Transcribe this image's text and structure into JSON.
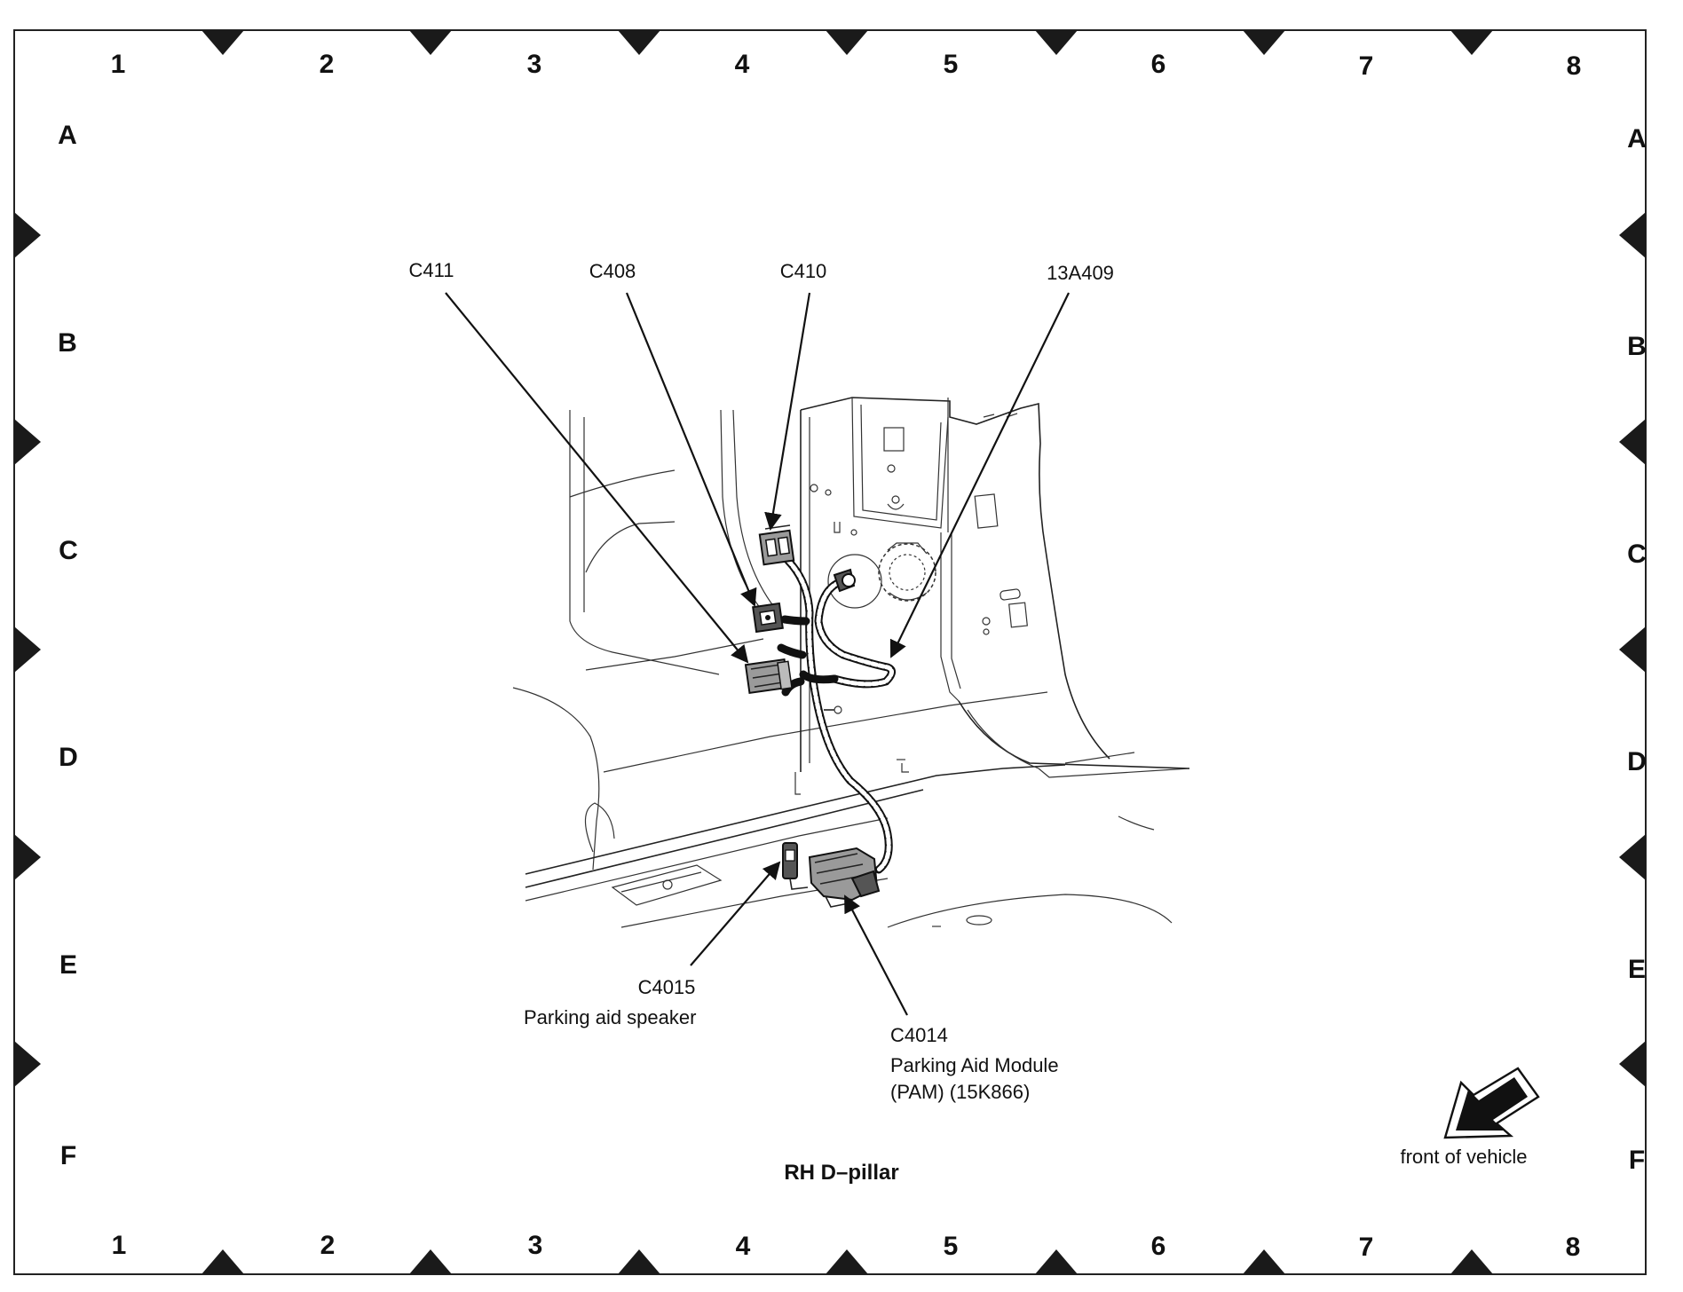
{
  "grid": {
    "columns": [
      "1",
      "2",
      "3",
      "4",
      "5",
      "6",
      "7",
      "8"
    ],
    "rows": [
      "A",
      "B",
      "C",
      "D",
      "E",
      "F"
    ]
  },
  "callouts": {
    "c411": "C411",
    "c408": "C408",
    "c410": "C410",
    "harness_13a409": "13A409",
    "c4015": "C4015",
    "c4015_desc": "Parking aid speaker",
    "c4014": "C4014",
    "c4014_desc_line1": "Parking Aid Module",
    "c4014_desc_line2": "(PAM) (15K866)"
  },
  "title": "RH D–pillar",
  "orientation": {
    "label": "front of vehicle",
    "icon": "direction-arrow-icon"
  }
}
